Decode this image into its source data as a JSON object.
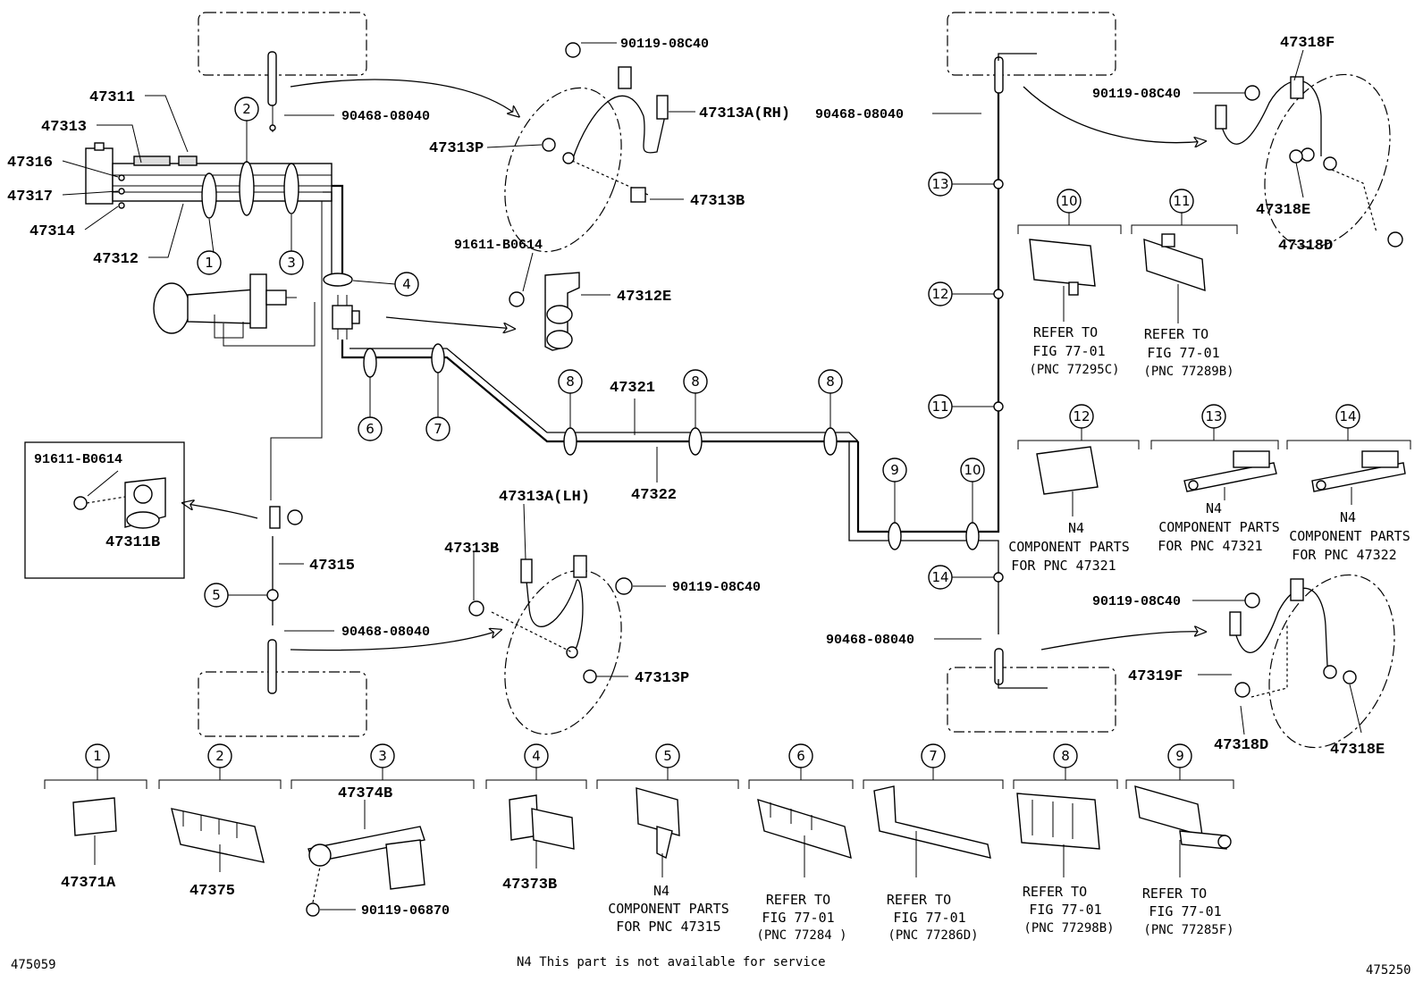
{
  "labels": {
    "p47311": "47311",
    "p47313": "47313",
    "p47316": "47316",
    "p47317": "47317",
    "p47314": "47314",
    "p47312": "47312",
    "p47311B": "47311B",
    "p47315": "47315",
    "p47313A_RH": "47313A(RH)",
    "p47313P_top": "47313P",
    "p47313B_top": "47313B",
    "p47312E": "47312E",
    "p47321": "47321",
    "p47322": "47322",
    "p47313A_LH": "47313A(LH)",
    "p47313B_bot": "47313B",
    "p47313P_bot": "47313P",
    "p47318F": "47318F",
    "p47318E_top": "47318E",
    "p47318D_top": "47318D",
    "p47319F": "47319F",
    "p47318D_bot": "47318D",
    "p47318E_bot": "47318E",
    "b90119_08C40_a": "90119-08C40",
    "b90468_08040_a": "90468-08040",
    "b91611_B0614_a": "91611-B0614",
    "b91611_B0614_b": "91611-B0614",
    "b90119_08C40_b": "90119-08C40",
    "b90468_08040_b": "90468-08040",
    "b90468_08040_c": "90468-08040",
    "b90119_08C40_c": "90119-08C40",
    "b90119_08C40_d": "90119-08C40",
    "b90468_08040_d": "90468-08040"
  },
  "callouts": [
    "1",
    "2",
    "3",
    "4",
    "5",
    "6",
    "7",
    "8",
    "9",
    "10",
    "11",
    "12",
    "13",
    "14"
  ],
  "clamp_legend": [
    {
      "num": "1",
      "caption": [
        "47371A"
      ]
    },
    {
      "num": "2",
      "caption": [
        "47375"
      ]
    },
    {
      "num": "3",
      "caption": [
        "47374B",
        "90119-06870"
      ]
    },
    {
      "num": "4",
      "caption": [
        "47373B"
      ]
    },
    {
      "num": "5",
      "caption": [
        "N4",
        "COMPONENT PARTS",
        "FOR PNC 47315"
      ]
    },
    {
      "num": "6",
      "caption": [
        "REFER TO",
        "FIG 77-01",
        "(PNC 77284 )"
      ]
    },
    {
      "num": "7",
      "caption": [
        "REFER TO",
        "FIG 77-01",
        "(PNC 77286D)"
      ]
    },
    {
      "num": "8",
      "caption": [
        "REFER TO",
        "FIG 77-01",
        "(PNC 77298B)"
      ]
    },
    {
      "num": "9",
      "caption": [
        "REFER TO",
        "FIG 77-01",
        "(PNC 77285F)"
      ]
    },
    {
      "num": "10",
      "caption": [
        "REFER TO",
        "FIG 77-01",
        "(PNC 77295C)"
      ]
    },
    {
      "num": "11",
      "caption": [
        "REFER TO",
        "FIG 77-01",
        "(PNC 77289B)"
      ]
    },
    {
      "num": "12",
      "caption": [
        "N4",
        "COMPONENT PARTS",
        "FOR PNC 47321"
      ]
    },
    {
      "num": "13",
      "caption": [
        "N4",
        "COMPONENT PARTS",
        "FOR PNC 47321"
      ]
    },
    {
      "num": "14",
      "caption": [
        "N4",
        "COMPONENT PARTS",
        "FOR PNC 47322"
      ]
    }
  ],
  "footer": {
    "left_code": "475059",
    "note": "N4 This part is not available for service",
    "right_code": "475250"
  }
}
